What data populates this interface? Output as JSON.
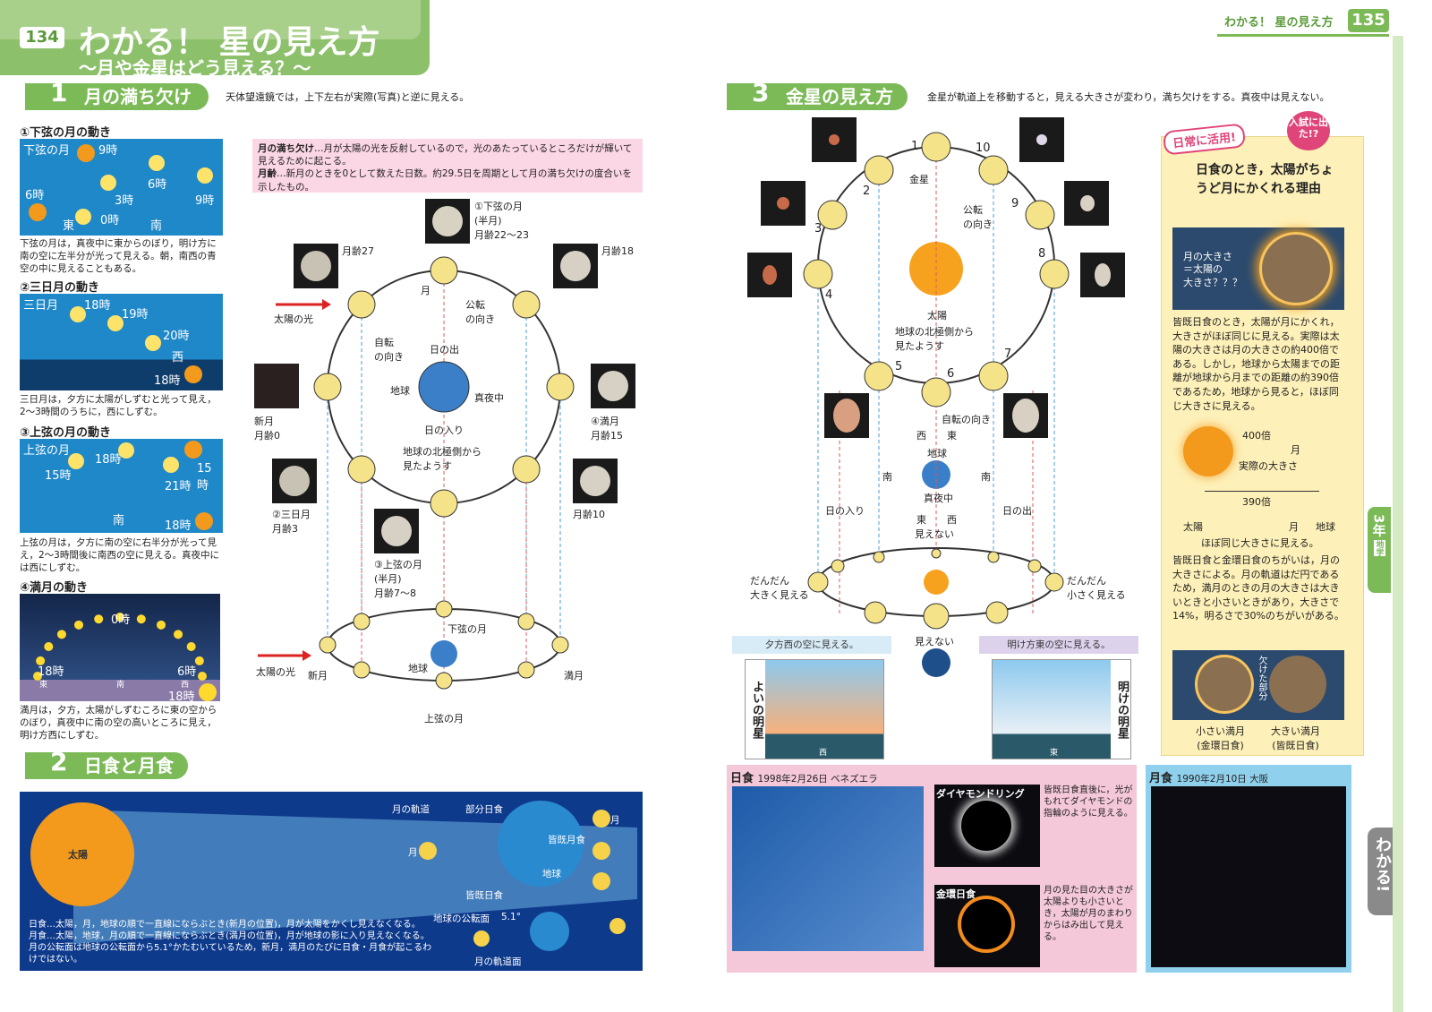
{
  "left_page": {
    "page_number": "134",
    "title": "わかる！ 星の見え方",
    "subtitle": "〜月や金星はどう見える？〜"
  },
  "right_page": {
    "header_title": "わかる！ 星の見え方",
    "page_number": "135"
  },
  "section1": {
    "number": "1",
    "title": "月の満ち欠け",
    "note": "天体望遠鏡では，上下左右が実際(写真)と逆に見える。",
    "motion1": {
      "heading": "①下弦の月の動き",
      "box_title": "下弦の月",
      "times": [
        "9時",
        "6時",
        "3時",
        "0時",
        "6時",
        "9時"
      ],
      "dirs": [
        "東",
        "南"
      ],
      "desc": "下弦の月は，真夜中に東からのぼり，明け方に南の空に左半分が光って見える。朝，南西の青空の中に見えることもある。"
    },
    "motion2": {
      "heading": "②三日月の動き",
      "box_title": "三日月",
      "times": [
        "18時",
        "19時",
        "20時",
        "18時"
      ],
      "dirs": [
        "西"
      ],
      "desc": "三日月は，夕方に太陽がしずむと光って見え，2〜3時間のうちに，西にしずむ。"
    },
    "motion3": {
      "heading": "③上弦の月の動き",
      "box_title": "上弦の月",
      "times": [
        "18時",
        "15時",
        "21時",
        "15時",
        "18時"
      ],
      "dirs": [
        "南"
      ],
      "desc": "上弦の月は，夕方に南の空に右半分が光って見え，2〜3時間後に南西の空に見える。真夜中には西にしずむ。"
    },
    "motion4": {
      "heading": "④満月の動き",
      "times": [
        "0時",
        "18時",
        "6時",
        "18時"
      ],
      "dirs": [
        "東",
        "南",
        "西"
      ],
      "desc": "満月は，夕方，太陽がしずむころに東の空からのぼり，真夜中に南の空の高いところに見え，明け方西にしずむ。"
    },
    "definitions": [
      {
        "term": "月の満ち欠け",
        "text": "…月が太陽の光を反射しているので，光のあたっているところだけが輝いて見えるために起こる。"
      },
      {
        "term": "月齢",
        "text": "…新月のときを0として数えた日数。約29.5日を周期として月の満ち欠けの度合いを示したもの。"
      }
    ],
    "diagram": {
      "photo_labels": [
        "①下弦の月\n(半月)\n月齢22〜23",
        "月齢27",
        "月齢18",
        "新月\n月齢0",
        "④満月\n月齢15",
        "②三日月\n月齢3",
        "月齢10",
        "③上弦の月\n(半月)\n月齢7〜8"
      ],
      "sunlight": "太陽の光",
      "sunlight2": "太陽の光",
      "moon": "月",
      "revolution": "公転\nの向き",
      "rotation": "自転\nの向き",
      "sunrise": "日の出",
      "earth": "地球",
      "midnight": "真夜中",
      "sunset": "日の入り",
      "view": "地球の北極側から\n見たようす",
      "bottom_labels": {
        "waning": "下弦の月",
        "new": "新月",
        "full": "満月",
        "waxing": "上弦の月",
        "earth": "地球"
      }
    }
  },
  "section2": {
    "number": "2",
    "title": "日食と月食",
    "labels": {
      "sun": "太陽",
      "moon_orbit": "月の軌道",
      "partial": "部分日食",
      "total_lunar": "皆既月食",
      "moon": "月",
      "moon2": "月",
      "earth": "地球",
      "total_solar": "皆既日食",
      "earth_orbit_plane": "地球の公転面",
      "angle": "5.1°",
      "moon_orbit_plane": "月の軌道面"
    },
    "desc": "日食…太陽，月，地球の順で一直線にならぶとき(新月の位置)，月が太陽をかくし見えなくなる。\n月食…太陽，地球，月の順で一直線にならぶとき(満月の位置)，月が地球の影に入り見えなくなる。\n月の公転面は地球の公転面から5.1°かたむいているため，新月，満月のたびに日食・月食が起こるわけではない。"
  },
  "section3": {
    "number": "3",
    "title": "金星の見え方",
    "note": "金星が軌道上を移動すると，見える大きさが変わり，満ち欠けをする。真夜中は見えない。",
    "orbit_numbers": [
      "1",
      "2",
      "3",
      "4",
      "5",
      "6",
      "7",
      "8",
      "9",
      "10"
    ],
    "labels": {
      "venus": "金星",
      "revolution": "公転\nの向き",
      "sun": "太陽",
      "view": "地球の北極側から\n見たようす",
      "rotation": "自転の向き",
      "west": "西",
      "east": "東",
      "south": "南",
      "south2": "南",
      "earth": "地球",
      "midnight": "真夜中",
      "sunset": "日の入り",
      "sunrise": "日の出",
      "east2": "東",
      "west2": "西",
      "invisible": "見えない",
      "invisible2": "見えない",
      "bigger": "だんだん\n大きく見える",
      "smaller": "だんだん\n小さく見える",
      "evening_sky": "夕方西の空に見える。",
      "morning_sky": "明け方東の空に見える。",
      "evening_star": "よいの明星",
      "morning_star": "明けの明星",
      "west_dir": "西",
      "east_dir": "東"
    }
  },
  "column": {
    "badge1": "日常に活用!",
    "badge2": "入試に出た!?",
    "question": "日食のとき，太陽がちょうど月にかくれる理由",
    "dark_label": "月の大きさ\n＝太陽の\n大きさ？？？",
    "text1": "皆既日食のとき，太陽が月にかくれ，大きさがほぼ同じに見える。実際は太陽の大きさは月の大きさの約400倍である。しかし，地球から太陽までの距離が地球から月までの距離の約390倍であるため，地球から見ると，ほぼ同じ大きさに見える。",
    "size_ratio": "400倍",
    "moon": "月",
    "actual_size": "実際の大きさ",
    "distance_ratio": "390倍",
    "sun": "太陽",
    "moon2": "月",
    "earth": "地球",
    "same_size": "ほぼ同じ大きさに見える。",
    "text2": "皆既日食と金環日食のちがいは，月の大きさによる。月の軌道はだ円であるため，満月のときの月の大きさは大きいときと小さいときがあり，大きさで14%，明るさで30%のちがいがある。",
    "missing": "欠けた部分",
    "small_full": "小さい満月\n(金環日食)",
    "big_full": "大きい満月\n(皆既日食)"
  },
  "eclipse_photos": {
    "solar_title": "日食",
    "solar_date": "1998年2月26日 ベネズエラ",
    "diamond_title": "ダイヤモンドリング",
    "diamond_desc": "皆既日食直後に，光がもれてダイヤモンドの指輪のように見える。",
    "annular_title": "金環日食",
    "annular_desc": "月の見た目の大きさが太陽よりも小さいとき，太陽が月のまわりからはみ出して見える。",
    "lunar_title": "月食",
    "lunar_date": "1990年2月10日 大阪"
  },
  "side_tabs": {
    "grade": "3年",
    "subject": "地学",
    "understand": "わかる!"
  },
  "colors": {
    "green": "#7cba58",
    "sky_blue": "#1f88c9",
    "pink": "#fbd6e4",
    "yellow_panel": "#fdf0b8",
    "night": "#1b2a4a"
  }
}
